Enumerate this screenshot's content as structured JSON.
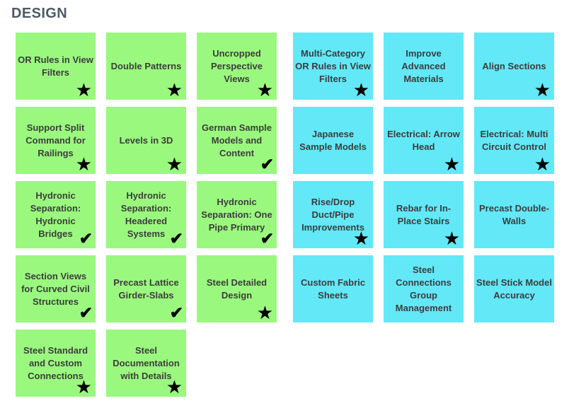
{
  "header": {
    "title": "DESIGN"
  },
  "colors": {
    "green_tile": "#9af87e",
    "cyan_tile": "#62e8f7",
    "tile_text": "#3d3d3d",
    "title_text": "#4d5a66",
    "icon": "#000000"
  },
  "icons": {
    "star": "★",
    "check": "✔"
  },
  "groups": [
    {
      "id": "green",
      "color_key": "green_tile",
      "tiles": [
        {
          "label": "OR Rules in View Filters",
          "icon": "star"
        },
        {
          "label": "Double Patterns",
          "icon": "star"
        },
        {
          "label": "Uncropped Perspective Views",
          "icon": "star"
        },
        {
          "label": "Support Split Command for Railings",
          "icon": "star"
        },
        {
          "label": "Levels in 3D",
          "icon": "star"
        },
        {
          "label": "German Sample Models and Content",
          "icon": "check"
        },
        {
          "label": "Hydronic Separation: Hydronic Bridges",
          "icon": "check"
        },
        {
          "label": "Hydronic Separation: Headered Systems",
          "icon": "check"
        },
        {
          "label": "Hydronic Separation: One Pipe Primary",
          "icon": "check"
        },
        {
          "label": "Section Views for Curved Civil Structures",
          "icon": "check"
        },
        {
          "label": "Precast Lattice Girder-Slabs",
          "icon": "check"
        },
        {
          "label": "Steel Detailed Design",
          "icon": "star"
        },
        {
          "label": "Steel Standard and Custom Connections",
          "icon": "star"
        },
        {
          "label": "Steel Documentation with Details",
          "icon": "star"
        }
      ]
    },
    {
      "id": "cyan",
      "color_key": "cyan_tile",
      "tiles": [
        {
          "label": "Multi-Category OR Rules in View Filters",
          "icon": "star"
        },
        {
          "label": "Improve Advanced Materials",
          "icon": null
        },
        {
          "label": "Align Sections",
          "icon": "star"
        },
        {
          "label": "Japanese Sample Models",
          "icon": null
        },
        {
          "label": "Electrical: Arrow Head",
          "icon": "star"
        },
        {
          "label": "Electrical: Multi Circuit Control",
          "icon": "star"
        },
        {
          "label": "Rise/Drop Duct/Pipe Improvements",
          "icon": "star"
        },
        {
          "label": "Rebar for In-Place Stairs",
          "icon": "star"
        },
        {
          "label": "Precast Double-Walls",
          "icon": null
        },
        {
          "label": "Custom Fabric Sheets",
          "icon": null
        },
        {
          "label": "Steel Connections Group Management",
          "icon": null
        },
        {
          "label": "Steel Stick Model Accuracy",
          "icon": null
        }
      ]
    }
  ]
}
